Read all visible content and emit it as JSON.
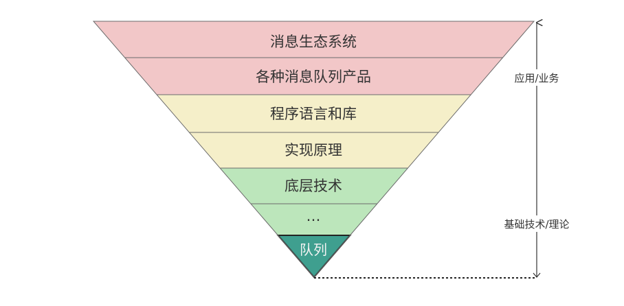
{
  "layers": [
    {
      "label": "消息生态系统",
      "color": "#f2c7c8"
    },
    {
      "label": "各种消息队列产品",
      "color": "#f2c7c8"
    },
    {
      "label": "程序语言和库",
      "color": "#f5efc9"
    },
    {
      "label": "实现原理",
      "color": "#f5efc9"
    },
    {
      "label": "底层技术",
      "color": "#bce6bb"
    },
    {
      "label": "…",
      "color": "#bce6bb"
    }
  ],
  "apex": {
    "label": "队列",
    "color": "#3f9f8f"
  },
  "axis": {
    "upper_label": "应用/业务",
    "lower_label": "基础技术/理论"
  }
}
